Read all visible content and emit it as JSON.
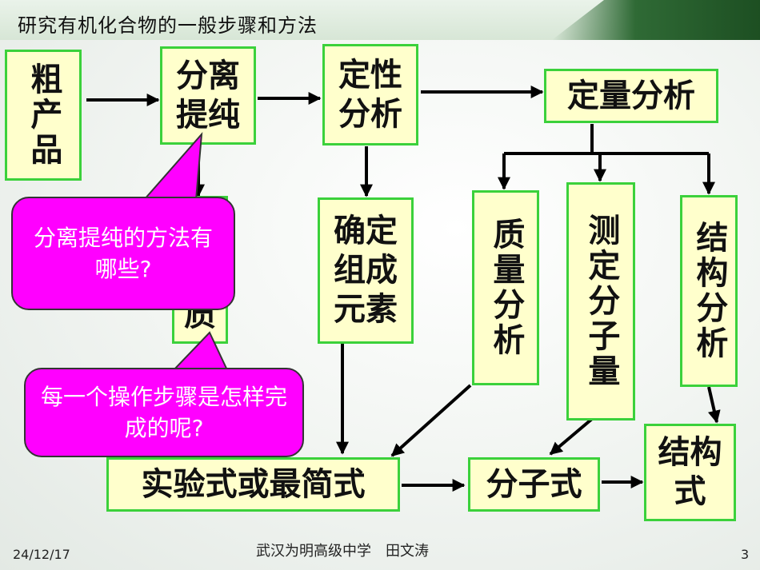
{
  "header": {
    "title": "研究有机化合物的一般步骤和方法"
  },
  "boxes": {
    "crude": "粗产品",
    "separate": "分离提纯",
    "qualitative": "定性分析",
    "quantitative": "定量分析",
    "pure_partial": "质",
    "elements": "确定组成元素",
    "mass": "质量分析",
    "molar": "测定分子量",
    "structure_analysis": "结构分析",
    "empirical": "实验式或最简式",
    "molecular": "分子式",
    "structural": "结构式"
  },
  "bubbles": {
    "q1": "分离提纯的方法有哪些?",
    "q2": "每一个操作步骤是怎样完成的呢?"
  },
  "footer": {
    "date": "24/12/17",
    "author": "武汉为明高级中学　田文涛",
    "page": "3"
  },
  "colors": {
    "box_fill": "#ffffcc",
    "box_border": "#3bd13b",
    "bubble": "#ff00ff",
    "header_band": "#2f6a35"
  }
}
